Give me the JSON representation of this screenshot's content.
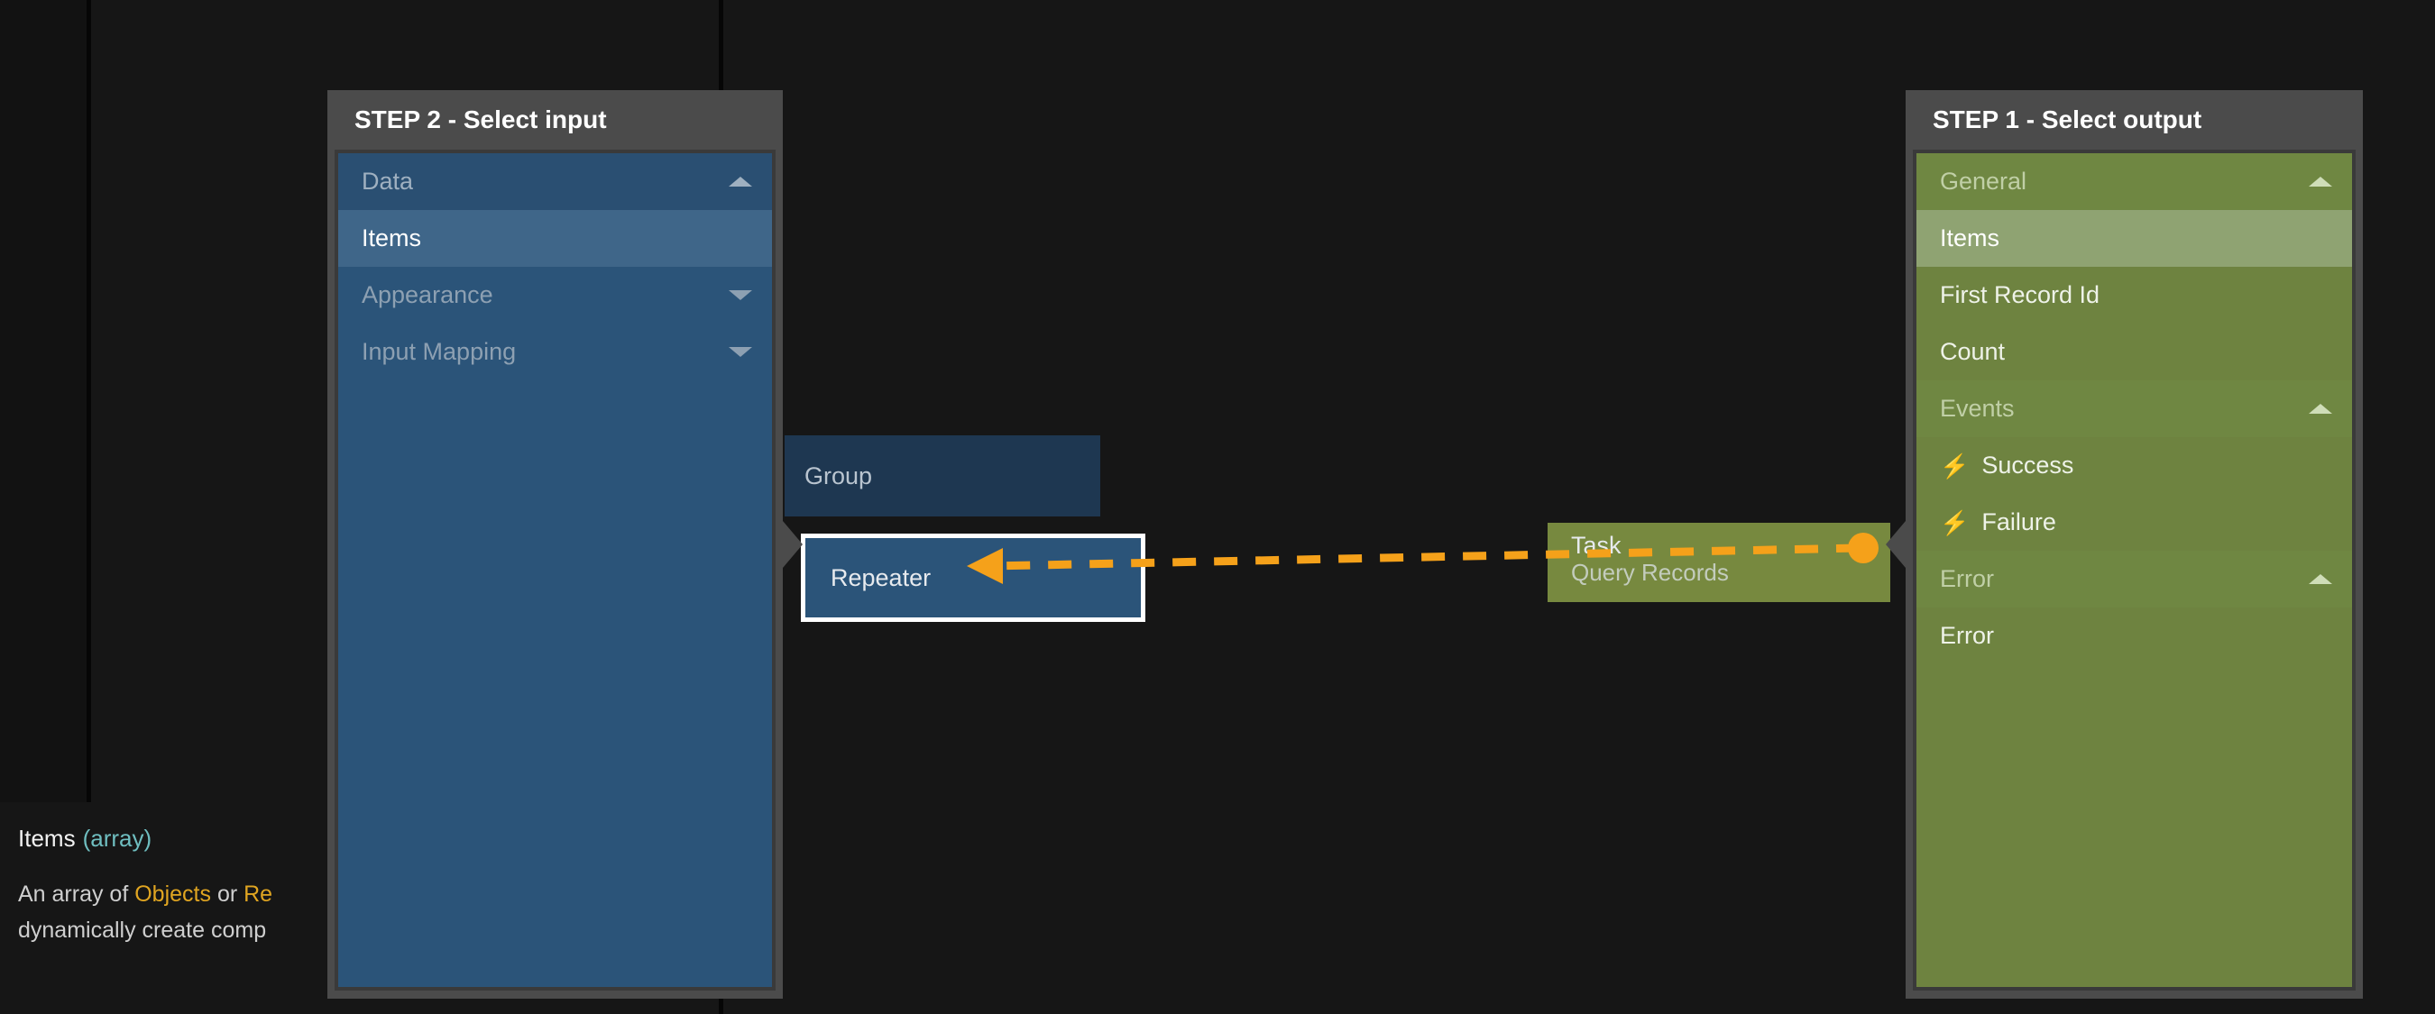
{
  "canvas": {
    "background_color": "#161616",
    "nodes": [
      {
        "id": "group",
        "title": "Group",
        "subtitle": "",
        "color": "#1e3751"
      },
      {
        "id": "repeater",
        "title": "Repeater",
        "subtitle": "",
        "color": "#2b5479",
        "selected": true
      },
      {
        "id": "task",
        "title": "Task",
        "subtitle": "Query Records",
        "color": "#77893f"
      }
    ],
    "connector": {
      "color": "#f5a11a",
      "style": "dashed",
      "from": "task",
      "to": "repeater",
      "arrow": "left"
    }
  },
  "input_panel": {
    "header_title": "STEP 2 - Select input",
    "accent_color": "#2b5479",
    "rows": [
      {
        "label": "Data",
        "type": "group",
        "chevron": "up"
      },
      {
        "label": "Items",
        "type": "selected",
        "chevron": ""
      },
      {
        "label": "Appearance",
        "type": "dim",
        "chevron": "down"
      },
      {
        "label": "Input Mapping",
        "type": "dim",
        "chevron": "down"
      }
    ]
  },
  "output_panel": {
    "header_title": "STEP 1 - Select output",
    "accent_color": "#6e8340",
    "rows": [
      {
        "label": "General",
        "type": "group",
        "chevron": "up",
        "icon": ""
      },
      {
        "label": "Items",
        "type": "selected",
        "chevron": "",
        "icon": ""
      },
      {
        "label": "First Record Id",
        "type": "item",
        "chevron": "",
        "icon": ""
      },
      {
        "label": "Count",
        "type": "item",
        "chevron": "",
        "icon": ""
      },
      {
        "label": "Events",
        "type": "group",
        "chevron": "up",
        "icon": ""
      },
      {
        "label": "Success",
        "type": "item",
        "chevron": "",
        "icon": "bolt-icon"
      },
      {
        "label": "Failure",
        "type": "item",
        "chevron": "",
        "icon": "bolt-icon"
      },
      {
        "label": "Error",
        "type": "group",
        "chevron": "up",
        "icon": ""
      },
      {
        "label": "Error",
        "type": "item",
        "chevron": "",
        "icon": ""
      }
    ]
  },
  "description": {
    "title": "Items",
    "type": "(array)",
    "line1_pre": "An array of ",
    "line1_kw1": "Objects",
    "line1_mid": " or ",
    "line1_kw2": "Re",
    "line2": "dynamically create comp"
  }
}
